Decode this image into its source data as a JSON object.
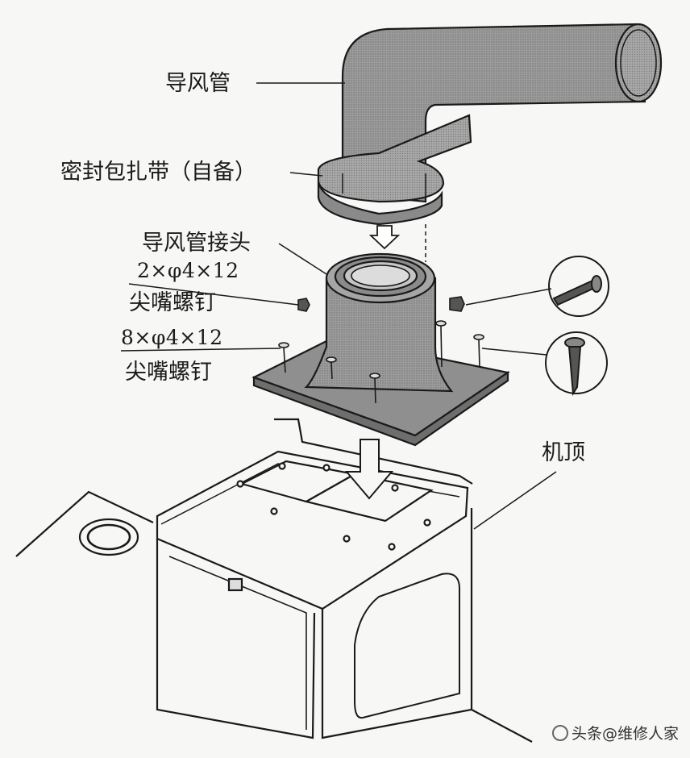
{
  "labels": {
    "duct": "导风管",
    "sealing_tape": "密封包扎带（自备）",
    "duct_connector": "导风管接头",
    "screw_spec_1": "2×φ4×12",
    "screw_type_1": "尖嘴螺钉",
    "screw_spec_2": "8×φ4×12",
    "screw_type_2": "尖嘴螺钉",
    "unit_top": "机顶"
  },
  "watermark": {
    "text": "头条@维修人家",
    "logo": "toutiao-logo"
  },
  "colors": {
    "line": "#1a1a1a",
    "duct_fill": "#8e8e8e",
    "connector_fill": "#9a9a9a",
    "background": "#f7f7f5"
  }
}
